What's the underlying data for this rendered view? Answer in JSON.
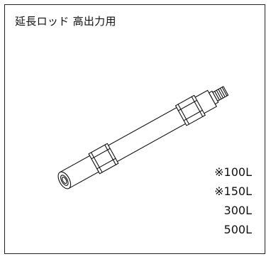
{
  "title": "延長ロッド 高出力用",
  "sizes": [
    "※100L",
    "※150L",
    "300L",
    "500L"
  ],
  "icons": {
    "product": "extension-rod-illustration"
  },
  "colors": {
    "border": "#222222",
    "line": "#111111",
    "background": "#ffffff"
  }
}
